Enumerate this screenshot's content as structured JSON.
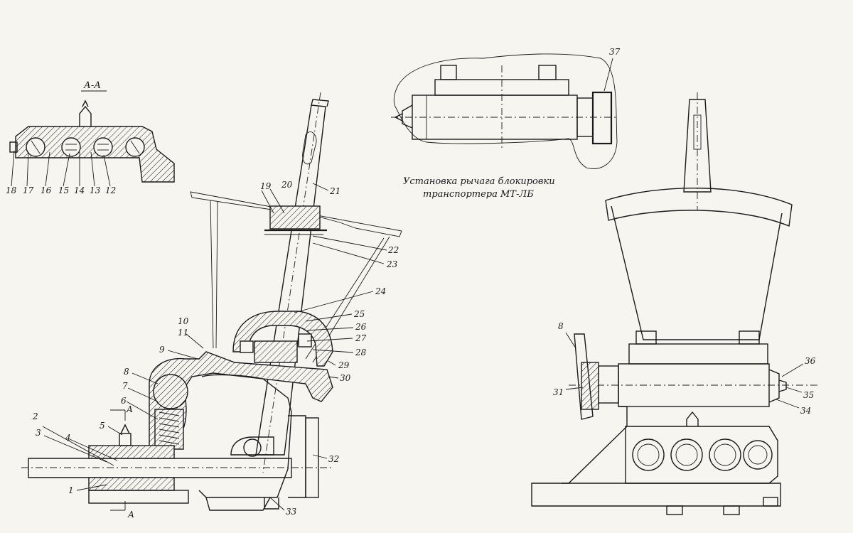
{
  "section_label": "А-А",
  "section_mark_letter": "А",
  "caption_line1": "Установка рычага блокировки",
  "caption_line2": "транспортера МТ-ЛБ",
  "callouts": {
    "n1": "1",
    "n2": "2",
    "n3": "3",
    "n4": "4",
    "n5": "5",
    "n6": "6",
    "n7": "7",
    "n8": "8",
    "n9": "9",
    "n10": "10",
    "n11": "11",
    "n12": "12",
    "n13": "13",
    "n14": "14",
    "n15": "15",
    "n16": "16",
    "n17": "17",
    "n18": "18",
    "n19": "19",
    "n20": "20",
    "n21": "21",
    "n22": "22",
    "n23": "23",
    "n24": "24",
    "n25": "25",
    "n26": "26",
    "n27": "27",
    "n28": "28",
    "n29": "29",
    "n30": "30",
    "n31": "31",
    "n32": "32",
    "n33": "33",
    "n34": "34",
    "n35": "35",
    "n36": "36",
    "n37": "37"
  },
  "colors": {
    "paper": "#f7f5ef",
    "ink": "#1b1b1b"
  }
}
